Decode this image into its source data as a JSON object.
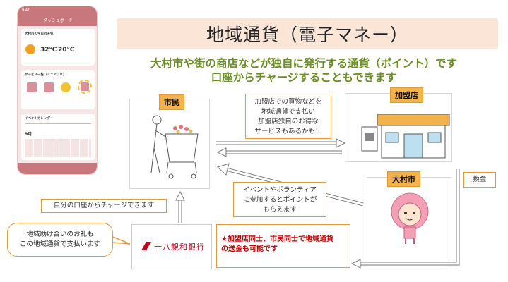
{
  "title": "地域通貨（電子マネー）",
  "subtitle_line1": "大村市や街の商店などが独自に発行する通貨（ポイント）です",
  "subtitle_line2": "口座からチャージすることもできます",
  "phone": {
    "status_time": "9:41",
    "header": "ダッシュボード",
    "weather_heading": "大村市の今日の天気",
    "temp_high": "32℃",
    "temp_low": "20℃",
    "services_heading": "サービス一覧（ミニアプリ）",
    "events_heading": "イベントカレンダー",
    "month": "9月"
  },
  "nodes": {
    "citizen_label": "市民",
    "merchant_label": "加盟店",
    "city_label": "大村市",
    "bank_name": "十八親和銀行"
  },
  "notes": {
    "merchant_note": [
      "加盟店での買物などを",
      "地域通貨で支払い",
      "加盟店独自のお得な",
      "サービスもあるかも！"
    ],
    "event_note": [
      "イベントやボランティア",
      "に参加するとポイントが",
      "もらえます"
    ],
    "charge_note": "自分の口座からチャージできます",
    "exchange": "換金",
    "transfer_note": [
      "★加盟店同士、市民同士で地域通貨",
      "の送金も可能です"
    ],
    "bubble": [
      "地域助け合いのお礼も",
      "この地域通貨で支払います"
    ]
  }
}
